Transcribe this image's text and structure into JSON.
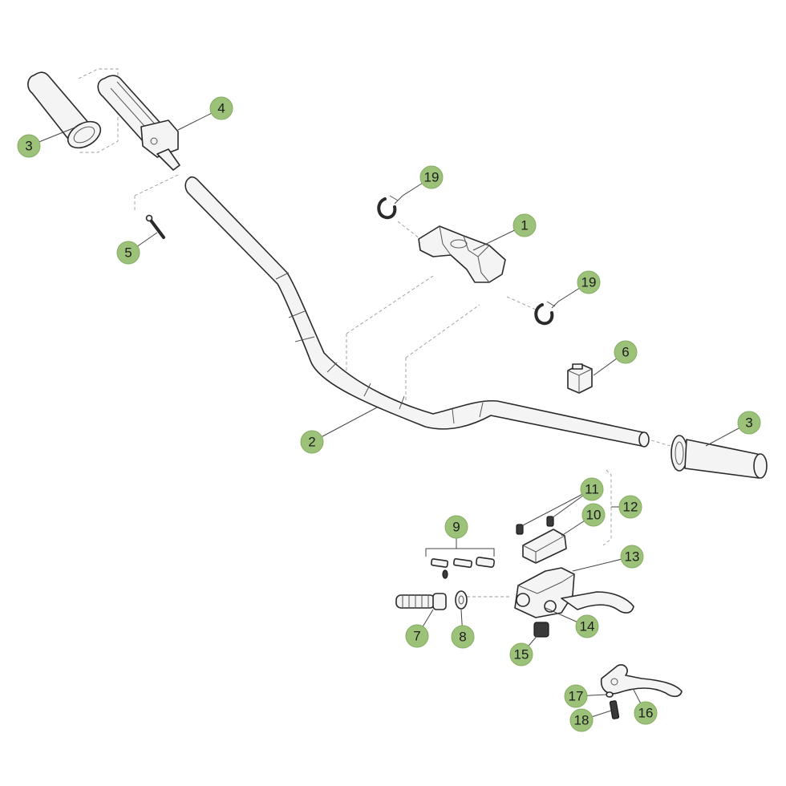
{
  "callouts": {
    "c1": "1",
    "c2": "2",
    "c3a": "3",
    "c3b": "3",
    "c4": "4",
    "c5": "5",
    "c6": "6",
    "c7": "7",
    "c8": "8",
    "c9": "9",
    "c10": "10",
    "c11": "11",
    "c12": "12",
    "c13": "13",
    "c14": "14",
    "c15": "15",
    "c16": "16",
    "c17": "17",
    "c18": "18",
    "c19a": "19",
    "c19b": "19"
  },
  "colors": {
    "callout_fill": "#9cc27a",
    "line": "#2a2a2a"
  }
}
